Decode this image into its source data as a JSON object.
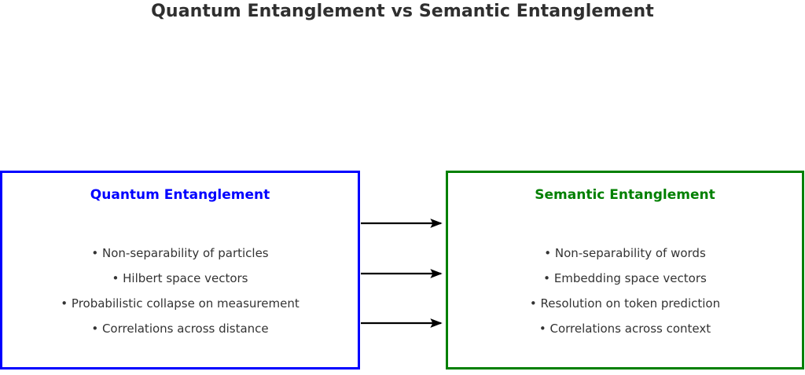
{
  "page": {
    "title": "Quantum Entanglement vs Semantic Entanglement",
    "background_color": "#ffffff",
    "title_color": "#2f2f2f"
  },
  "colors": {
    "quantum_accent": "#0000ff",
    "semantic_accent": "#008000",
    "body_text": "#333333",
    "arrow": "#000000"
  },
  "diagram": {
    "type": "two-column-comparison",
    "bullet_marker": "•",
    "left_box": {
      "heading": "Quantum Entanglement",
      "accent_color": "#0000ff",
      "bullets": [
        "Non-separability of particles",
        "Hilbert space vectors",
        "Probabilistic collapse on measurement",
        "Correlations across distance"
      ]
    },
    "right_box": {
      "heading": "Semantic Entanglement",
      "accent_color": "#008000",
      "bullets": [
        "Non-separability of words",
        "Embedding space vectors",
        "Resolution on token prediction",
        "Correlations across context"
      ]
    },
    "connectors": [
      {
        "name": "arrow-1",
        "direction": "left-to-right",
        "label": ""
      },
      {
        "name": "arrow-2",
        "direction": "left-to-right",
        "label": ""
      },
      {
        "name": "arrow-3",
        "direction": "left-to-right",
        "label": ""
      }
    ]
  }
}
